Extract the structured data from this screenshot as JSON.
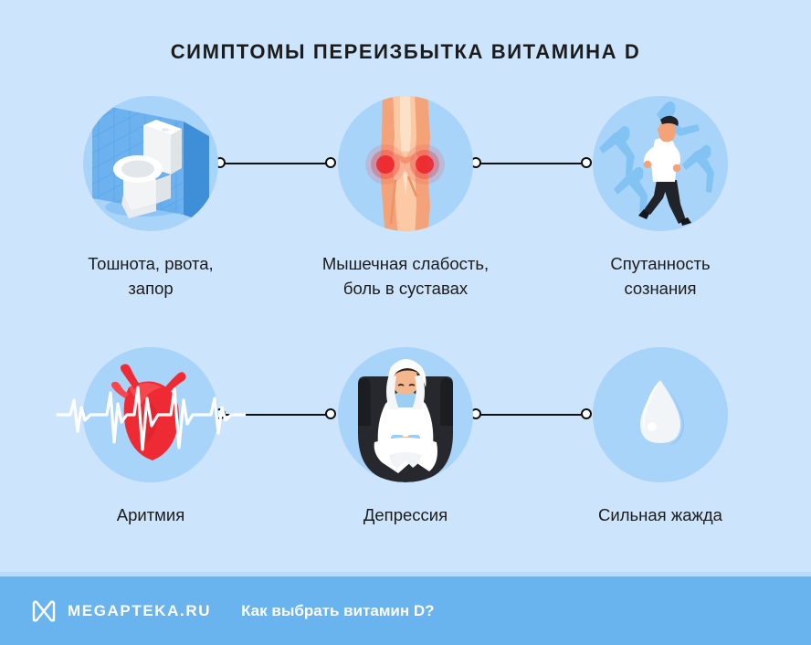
{
  "title": "СИМПТОМЫ ПЕРЕИЗБЫТКА ВИТАМИНА D",
  "colors": {
    "background": "#cce4fc",
    "circle_fill": "#a9d4fa",
    "footer_bar": "#69b3ee",
    "text": "#1c1c1c",
    "footer_text": "#ffffff",
    "connector": "#111111",
    "accent_red": "#ee2b34",
    "accent_skin": "#f8a877"
  },
  "rows": [
    {
      "items": [
        {
          "icon": "toilet-icon",
          "label": "Тошнота, рвота,\nзапор"
        },
        {
          "icon": "knee-joint-pain-icon",
          "label": "Мышечная слабость,\nболь в суставах"
        },
        {
          "icon": "confused-man-icon",
          "label": "Спутанность\nсознания"
        }
      ]
    },
    {
      "items": [
        {
          "icon": "heart-ecg-icon",
          "label": "Аритмия"
        },
        {
          "icon": "depressed-person-icon",
          "label": "Депрессия"
        },
        {
          "icon": "water-drop-icon",
          "label": "Сильная жажда"
        }
      ]
    }
  ],
  "footer": {
    "logo": "megapteka-m-logo",
    "brand": "MEGAPTEKA.RU",
    "cta": "Как выбрать витамин D?"
  }
}
